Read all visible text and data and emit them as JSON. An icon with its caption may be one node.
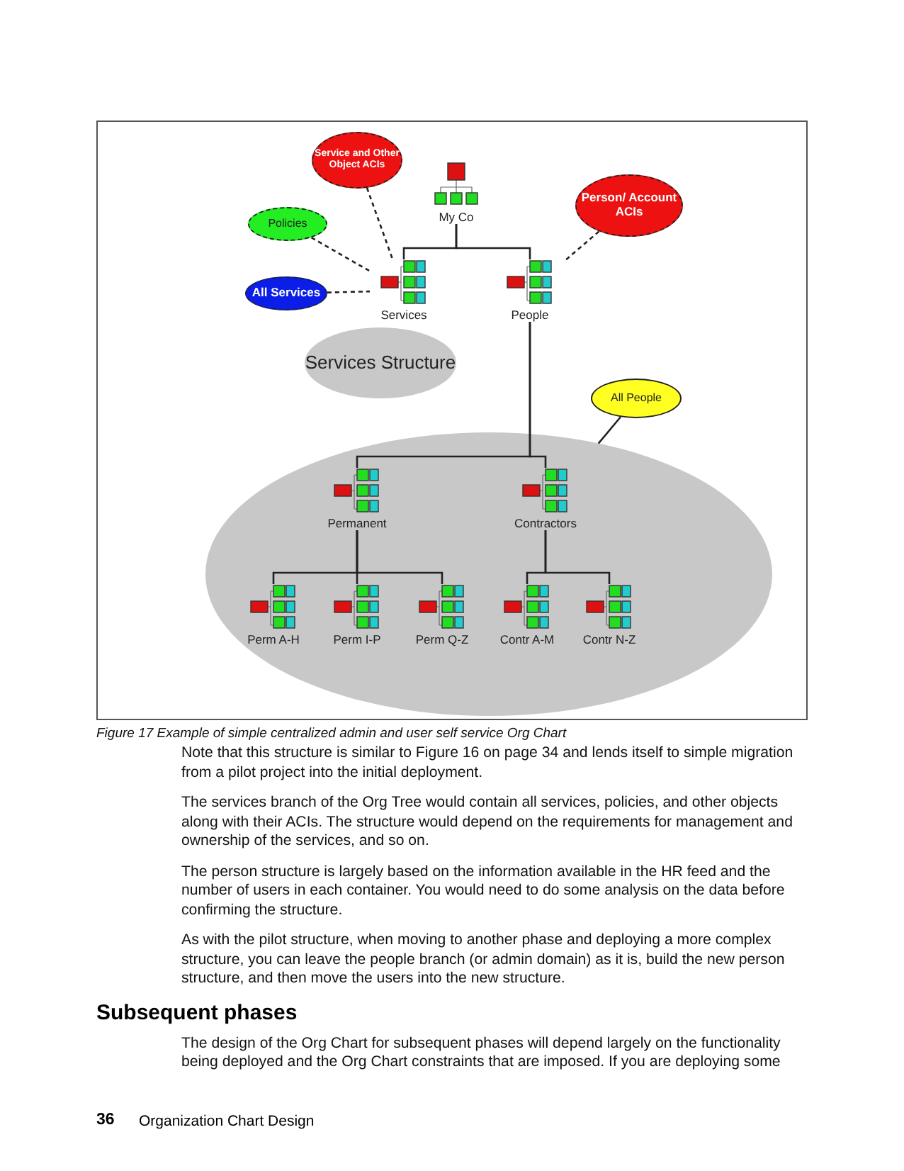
{
  "diagram": {
    "caption": "Figure 17   Example of simple centralized admin and user self service Org Chart",
    "nodes": [
      {
        "text": [
          "My Co"
        ]
      },
      {
        "text": [
          "Services"
        ]
      },
      {
        "text": [
          "People"
        ]
      },
      {
        "text": [
          "Services Structure"
        ]
      },
      {
        "text": [],
        "shape": "ellipse"
      },
      {
        "text": [
          "Permanent"
        ],
        "in": 4
      },
      {
        "text": [
          "Contractors"
        ],
        "in": 4
      },
      {
        "text": [
          "Perm A-H"
        ],
        "in": 4
      },
      {
        "text": [
          "Perm I-P"
        ],
        "in": 4
      },
      {
        "text": [
          "Perm Q-Z"
        ],
        "in": 4
      },
      {
        "text": [
          "Contr A-M"
        ],
        "in": 4
      },
      {
        "text": [
          "Contr N-Z"
        ],
        "in": 4
      },
      {
        "text": [
          "Service and Other Object ACIs"
        ]
      },
      {
        "text": [
          "Policies"
        ]
      },
      {
        "text": [
          "All Services"
        ]
      },
      {
        "text": [
          "Person/ Account ACIs"
        ]
      },
      {
        "text": [
          "All People"
        ]
      }
    ],
    "edges": [
      {
        "from": 0,
        "to": 1,
        "arrow": "none"
      },
      {
        "from": 0,
        "to": 2,
        "arrow": "none"
      },
      {
        "from": 2,
        "to": 5,
        "arrow": "none"
      },
      {
        "from": 2,
        "to": 6,
        "arrow": "none"
      },
      {
        "from": 5,
        "to": 7,
        "arrow": "none"
      },
      {
        "from": 5,
        "to": 8,
        "arrow": "none"
      },
      {
        "from": 5,
        "to": 9,
        "arrow": "none"
      },
      {
        "from": 6,
        "to": 10,
        "arrow": "none"
      },
      {
        "from": 6,
        "to": 11,
        "arrow": "none"
      },
      {
        "from": 12,
        "to": 1,
        "arrow": "none",
        "style": "dashed"
      },
      {
        "from": 13,
        "to": 1,
        "arrow": "none",
        "style": "dashed"
      },
      {
        "from": 14,
        "to": 1,
        "arrow": "none",
        "style": "dashed"
      },
      {
        "from": 15,
        "to": 2,
        "arrow": "none",
        "style": "dashed"
      },
      {
        "from": 16,
        "to": 4,
        "arrow": "none"
      }
    ],
    "labels": [
      "Note that this structure is similar to Figure 16 on page 34 and lends itself to simple migration from a pilot project into the initial deployment.",
      "The services branch of the Org Tree would contain all services, policies, and other objects along with their ACIs. The structure would depend on the requirements for management and ownership of the services, and so on.",
      "The person structure is largely based on the information available in the HR feed and the number of users in each container. You would need to do some analysis on the data before confirming the structure.",
      "As with the pilot structure, when moving to another phase and deploying a more complex structure, you can leave the people branch (or admin domain) as it is, build the new person structure, and then move the users into the new structure.",
      "Subsequent phases",
      "The design of the Org Chart for subsequent phases will depend largely on the functionality being deployed and the Org Chart constraints that are imposed. If you are deploying some",
      "36",
      "Organization Chart Design"
    ]
  }
}
